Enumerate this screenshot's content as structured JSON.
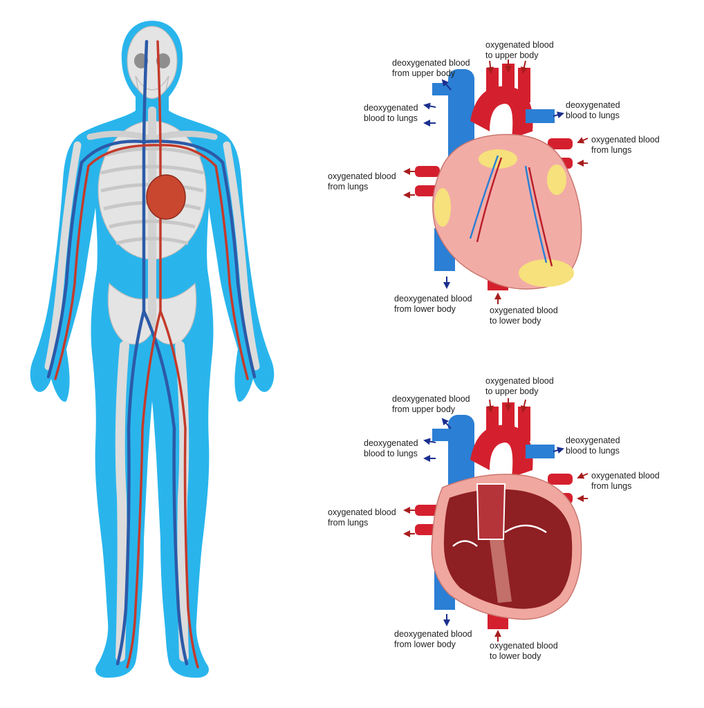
{
  "colors": {
    "body_fill": "#29b5ec",
    "bone": "#e4e4e4",
    "vein_blue": "#2c5aa8",
    "artery_red": "#c43a2b",
    "vein_vessel": "#2b7fd4",
    "artery_vessel": "#d4202e",
    "heart_pink": "#f2aca6",
    "fat_yellow": "#f6e17c",
    "arrow_blue": "#1b2f8f",
    "arrow_red": "#a81d1d"
  },
  "labels": {
    "top": {
      "oxy_upper": [
        "oxygenated blood",
        "to upper body"
      ],
      "deoxy_upper": [
        "deoxygenated blood",
        "from upper body"
      ],
      "deoxy_lungs_left": [
        "deoxygenated",
        "blood to lungs"
      ],
      "deoxy_lungs_right": [
        "deoxygenated",
        "blood to lungs"
      ],
      "oxy_lungs_right": [
        "oxygenated blood",
        "from lungs"
      ],
      "oxy_lungs_left": [
        "oxygenated blood",
        "from lungs"
      ],
      "deoxy_lower": [
        "deoxygenated blood",
        "from lower body"
      ],
      "oxy_lower": [
        "oxygenated blood",
        "to lower body"
      ]
    },
    "bottom": {
      "oxy_upper": [
        "oxygenated blood",
        "to upper body"
      ],
      "deoxy_upper": [
        "deoxygenated blood",
        "from upper body"
      ],
      "deoxy_lungs_left": [
        "deoxygenated",
        "blood to lungs"
      ],
      "deoxy_lungs_right": [
        "deoxygenated",
        "blood to lungs"
      ],
      "oxy_lungs_right": [
        "oxygenated blood",
        "from lungs"
      ],
      "oxy_lungs_left": [
        "oxygenated blood",
        "from lungs"
      ],
      "deoxy_lower": [
        "deoxygenated blood",
        "from lower body"
      ],
      "oxy_lower": [
        "oxygenated blood",
        "to lower body"
      ]
    }
  }
}
